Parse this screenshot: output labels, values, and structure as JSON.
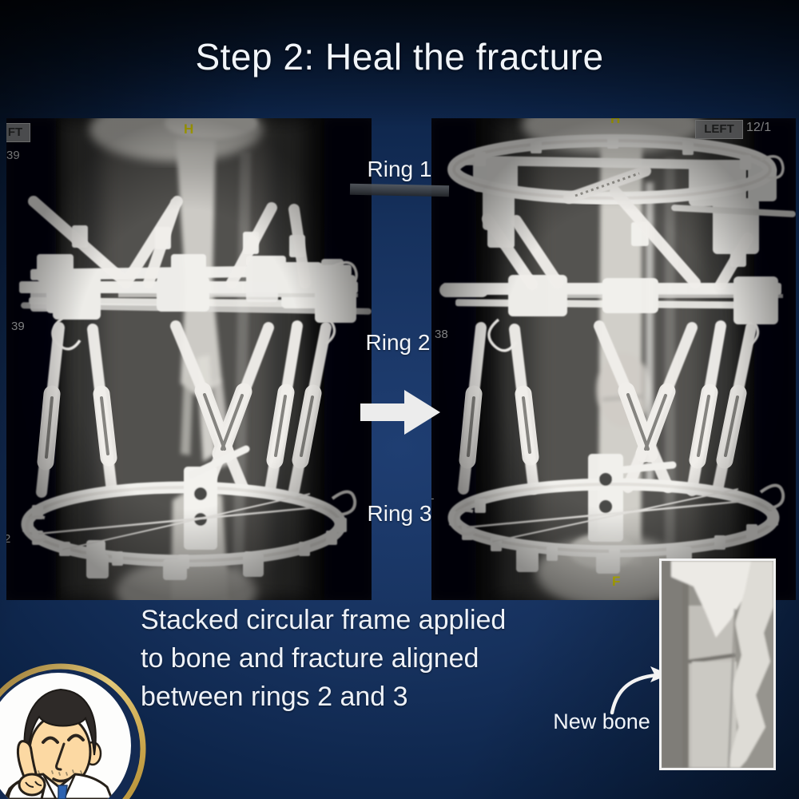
{
  "title": "Step 2: Heal the fracture",
  "rings": {
    "r1": "Ring 1",
    "r2": "Ring 2",
    "r3": "Ring 3"
  },
  "caption": {
    "line1": "Stacked circular frame applied",
    "line2": "to bone and fracture aligned",
    "line3": "between rings 2 and 3"
  },
  "annotation": {
    "new_bone": "New bone"
  },
  "xray_left": {
    "corner_tag": "FT",
    "corner_number": "39",
    "mid_number": "39",
    "bottom_number": "2",
    "marker_top": "H"
  },
  "xray_right": {
    "corner_tag": "LEFT",
    "corner_value": "12/1",
    "mid_number": "38",
    "marker_top": "H",
    "marker_bottom": "F",
    "edge_letter": "L"
  },
  "colors": {
    "background_navy": "#122a52",
    "accent_gold": "#c9a44a",
    "marker_yellow": "#ece300",
    "text_white": "#eef2f7",
    "arrow_white": "#ececec"
  }
}
